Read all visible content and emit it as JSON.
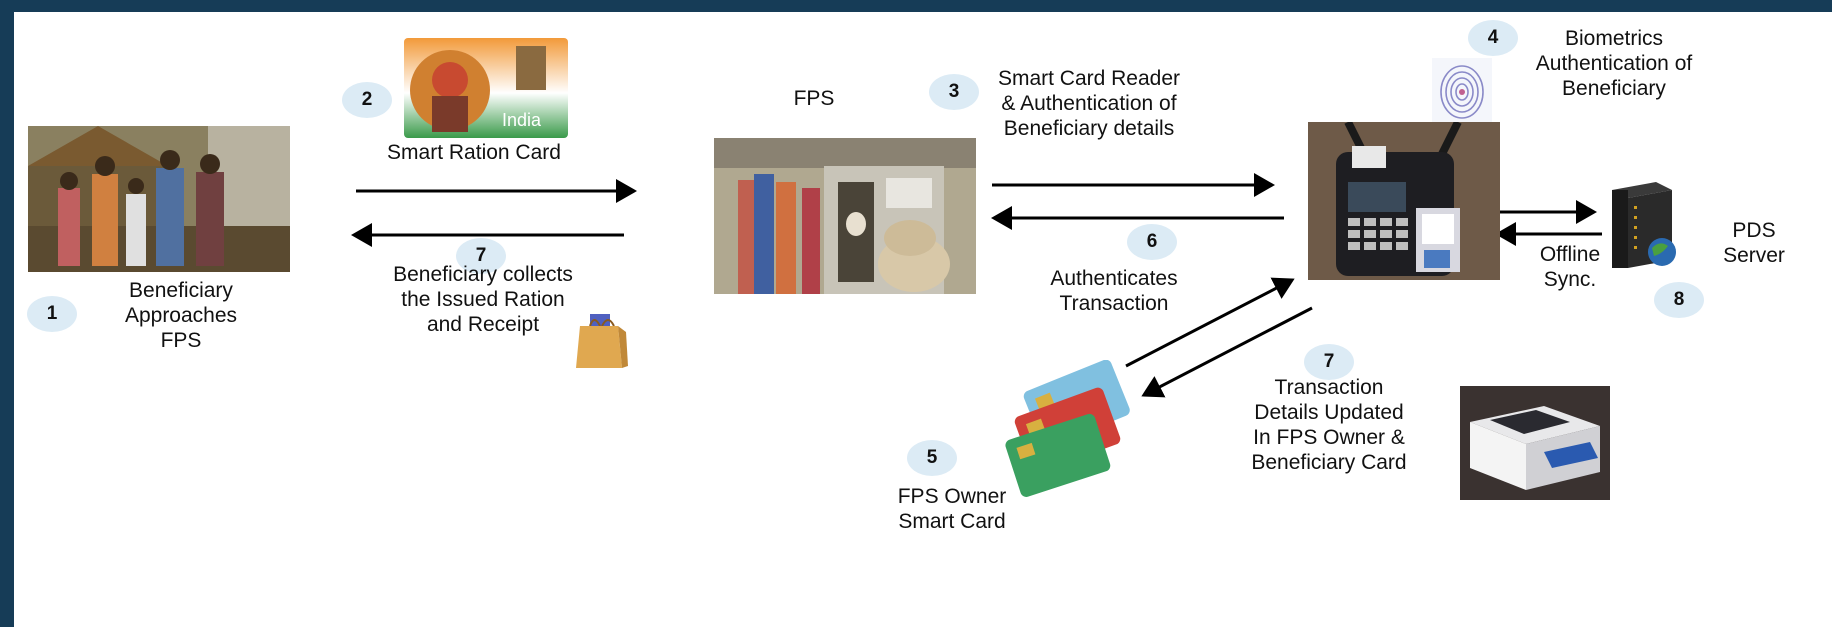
{
  "steps": {
    "s1": {
      "num": "1",
      "line1": "Beneficiary",
      "line2": "Approaches",
      "line3": "FPS"
    },
    "s2": {
      "num": "2",
      "label": "Smart Ration Card",
      "card_text": "India"
    },
    "s3": {
      "num": "3",
      "line1": "Smart Card Reader",
      "line2": "& Authentication of",
      "line3": "Beneficiary details"
    },
    "s4": {
      "num": "4",
      "line1": "Biometrics",
      "line2": "Authentication of",
      "line3": "Beneficiary"
    },
    "s5": {
      "num": "5",
      "line1": "FPS Owner",
      "line2": "Smart Card"
    },
    "s6": {
      "num": "6",
      "line1": "Authenticates",
      "line2": "Transaction"
    },
    "s7a": {
      "num": "7",
      "line1": "Beneficiary collects",
      "line2": "the Issued Ration",
      "line3": "and Receipt"
    },
    "s7b": {
      "num": "7",
      "line1": "Transaction",
      "line2": "Details Updated",
      "line3": "In FPS Owner &",
      "line4": "Beneficiary Card"
    },
    "s8": {
      "num": "8",
      "sync1": "Offline",
      "sync2": "Sync.",
      "server1": "PDS",
      "server2": "Server"
    }
  },
  "fps_label": "FPS",
  "icons": [
    "people-photo",
    "ration-card-image",
    "fps-shop-photo",
    "fingerprint-icon",
    "pos-device-photo",
    "server-icon",
    "shopping-bag-icon",
    "smart-cards-icon",
    "card-printer-photo"
  ],
  "colors": {
    "frame": "#163c57",
    "badge": "#dcebf5",
    "arrow": "#000000"
  }
}
